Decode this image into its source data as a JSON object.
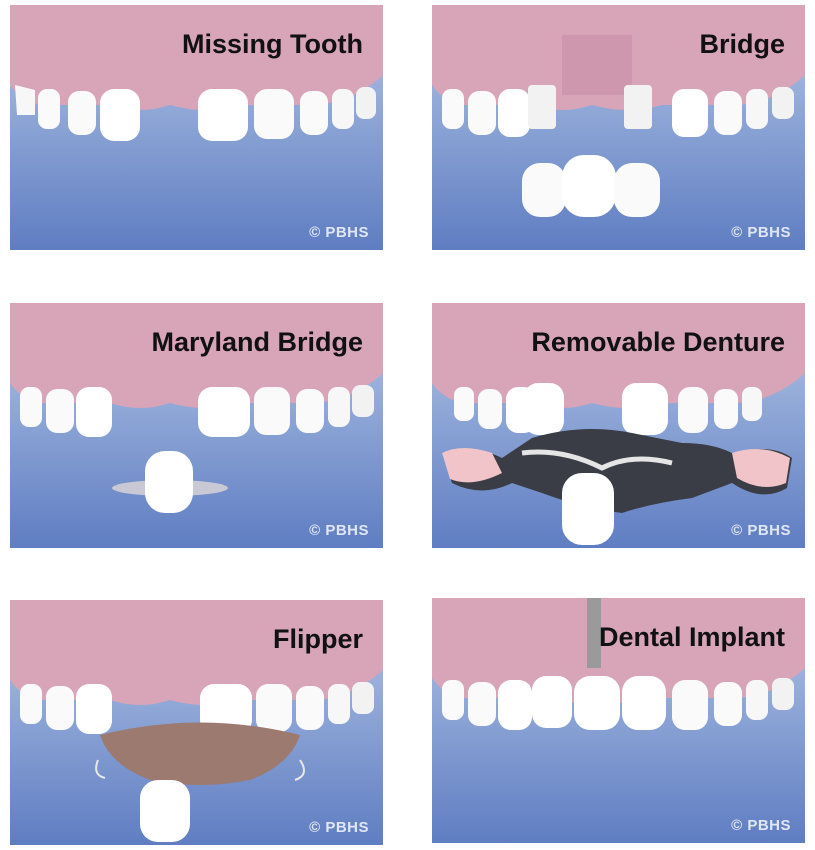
{
  "panels": [
    {
      "title": "Missing Tooth",
      "copyright": "© PBHS"
    },
    {
      "title": "Bridge",
      "copyright": "© PBHS"
    },
    {
      "title": "Maryland Bridge",
      "copyright": "© PBHS"
    },
    {
      "title": "Removable Denture",
      "copyright": "© PBHS"
    },
    {
      "title": "Flipper",
      "copyright": "© PBHS"
    },
    {
      "title": "Dental Implant",
      "copyright": "© PBHS"
    }
  ],
  "colors": {
    "gum": "#d7a4b8",
    "tooth": "#ffffff",
    "background": "#7f98cf"
  }
}
